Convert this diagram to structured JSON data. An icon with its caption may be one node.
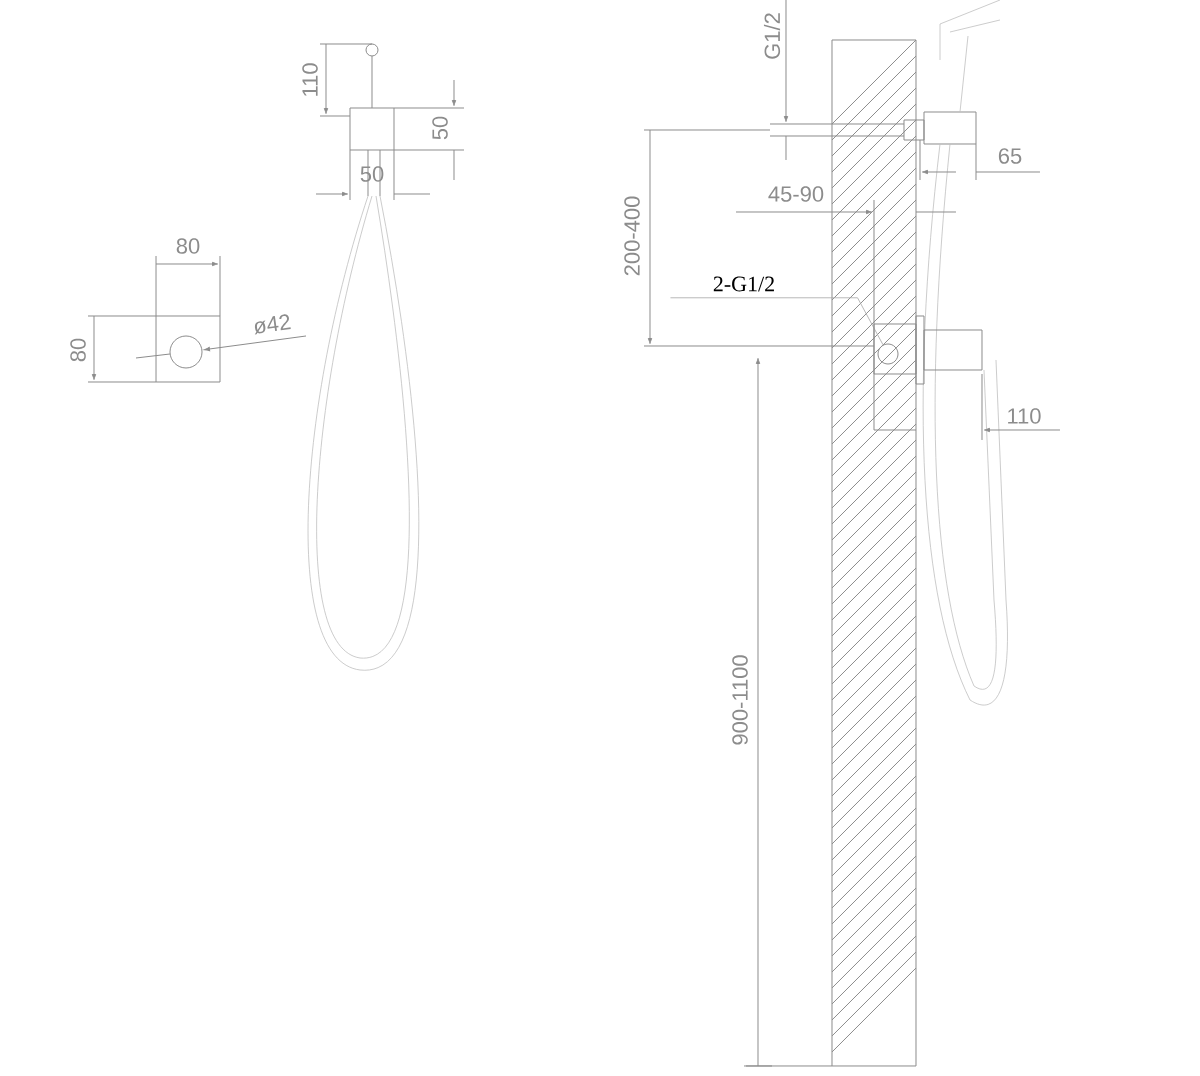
{
  "diagram": {
    "nodes": [
      {
        "text": [
          "2-G1/2"
        ]
      },
      {
        "text": [],
        "shape": "circle"
      }
    ],
    "edges": [
      {
        "from": 0,
        "to": 1,
        "arrow": "none"
      }
    ],
    "labels": [
      "110",
      "G1/2",
      "50",
      "50",
      "65",
      "200-400",
      "45-90",
      "80",
      "80",
      "ø42",
      "110",
      "900-1100"
    ]
  }
}
